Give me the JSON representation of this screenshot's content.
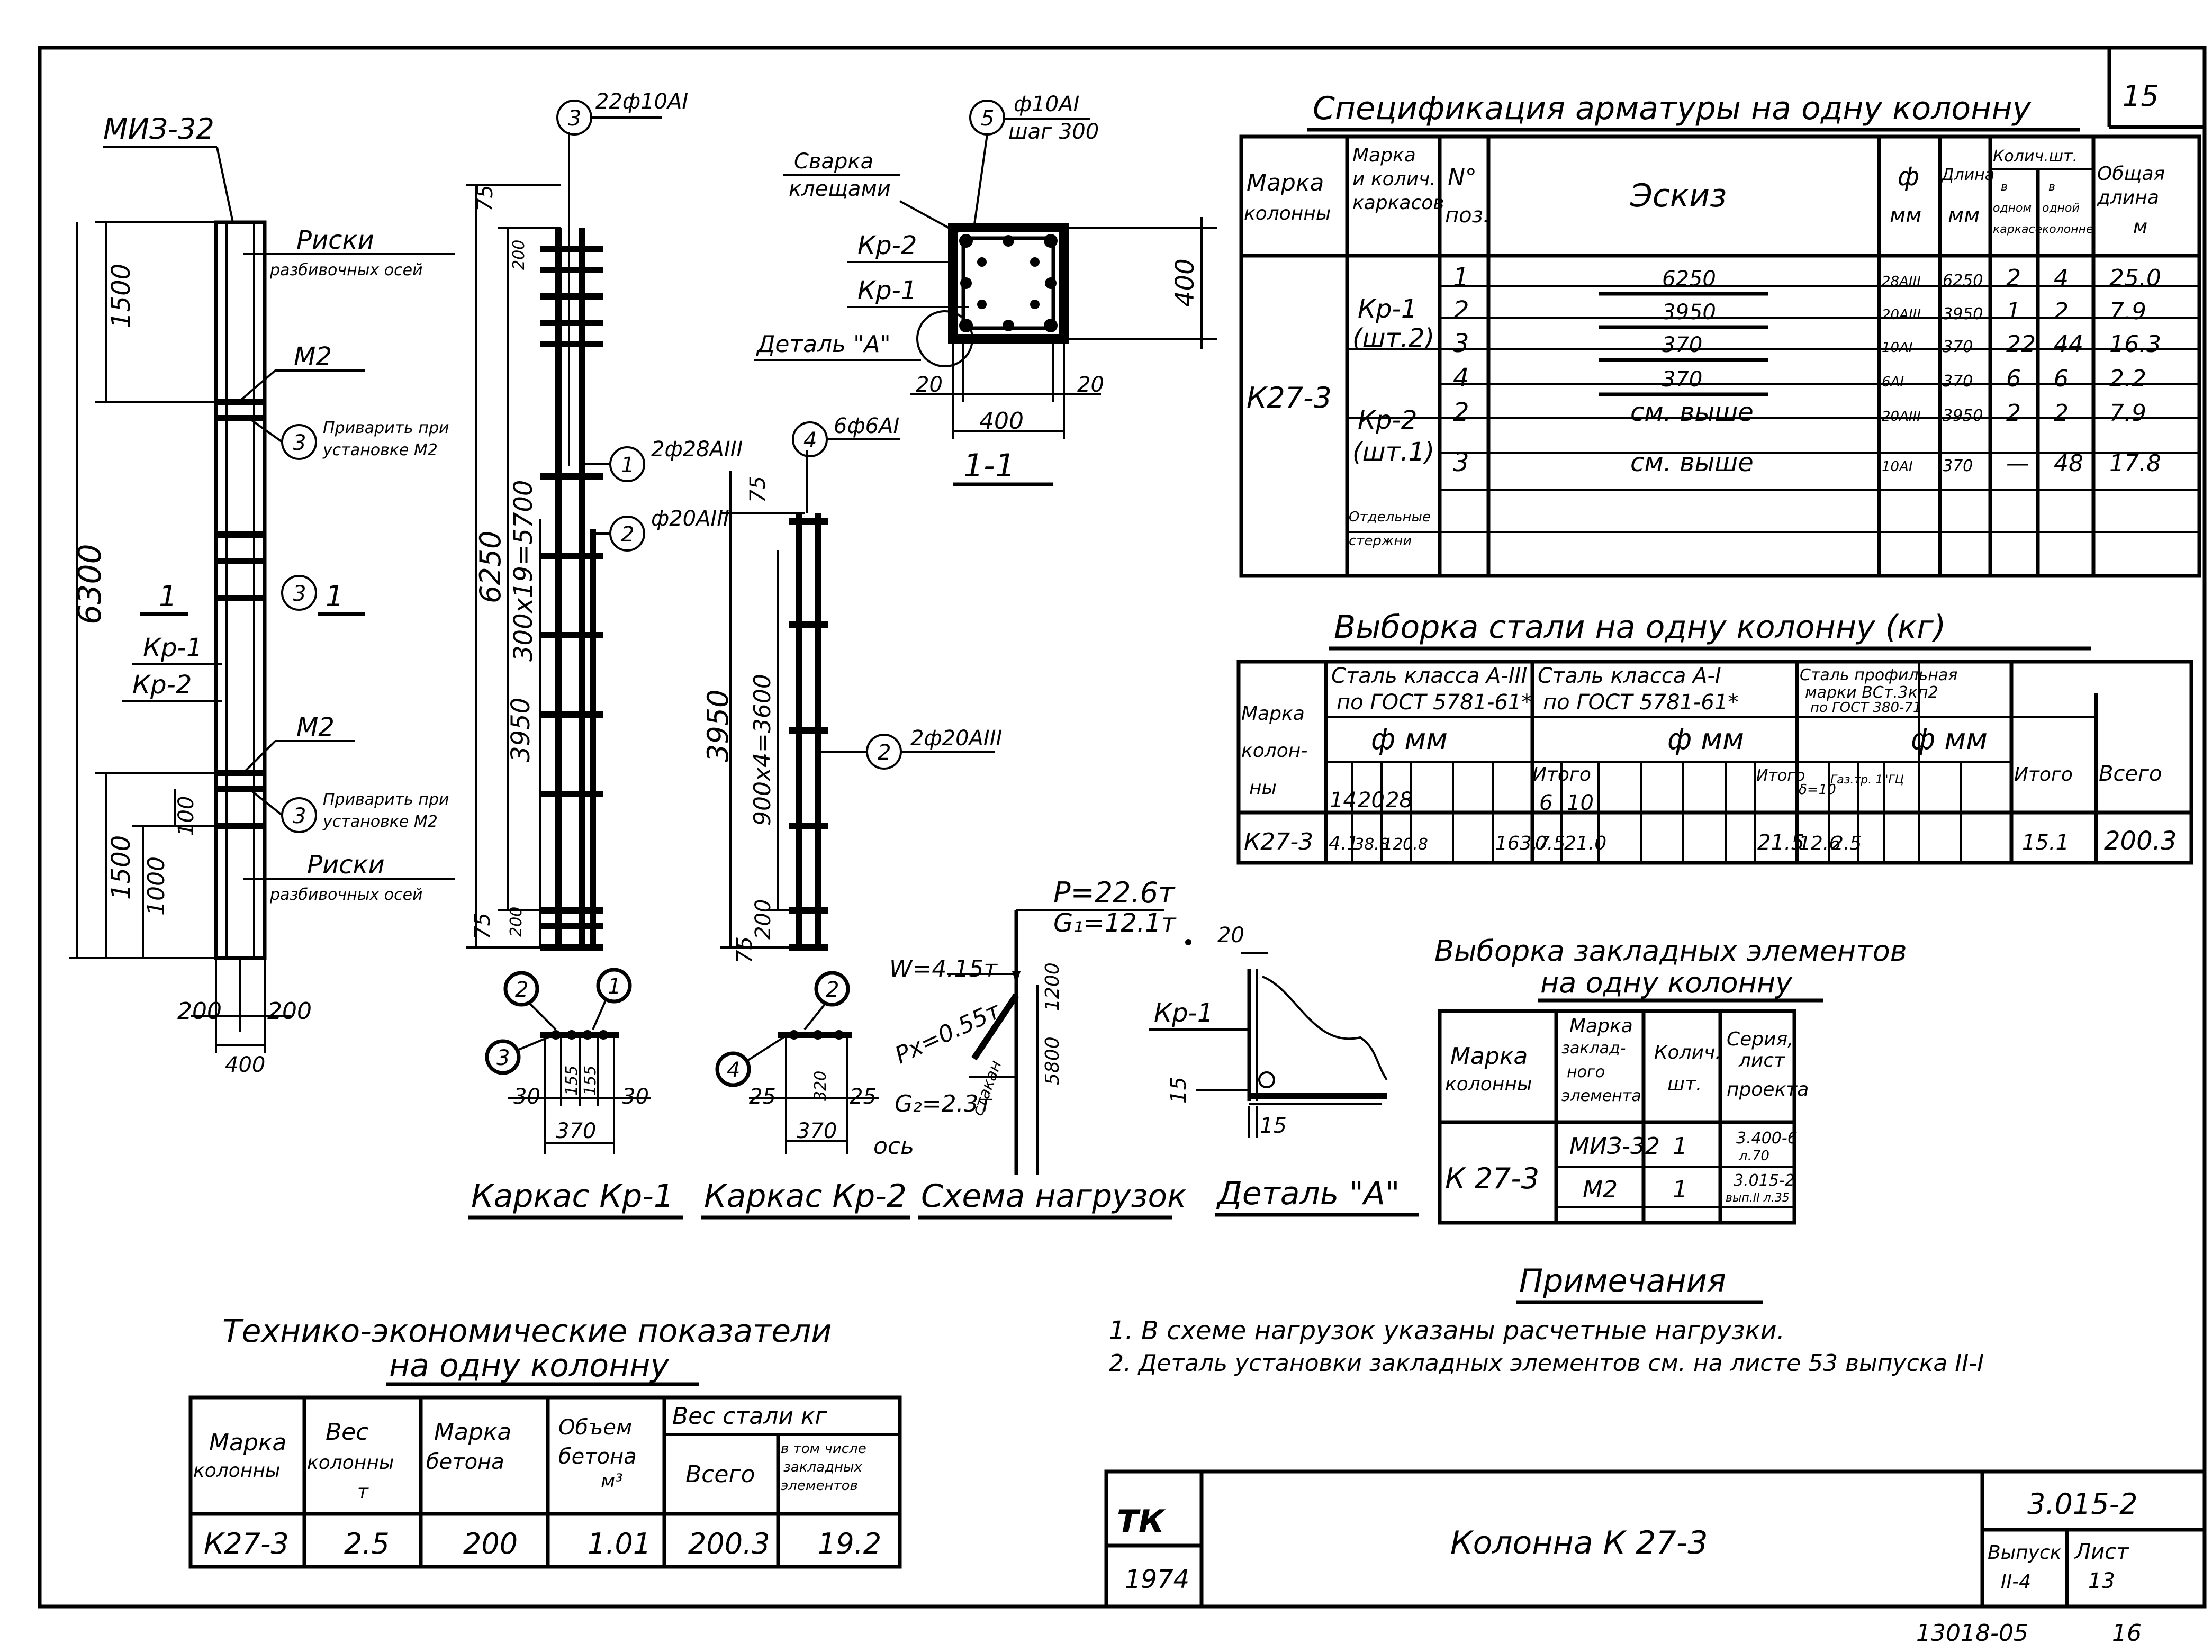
{
  "sheet": {
    "number": "15",
    "title": "Колонна К 27-3",
    "code": "3.015-2",
    "issue_label": "Выпуск",
    "issue_value": "II-4",
    "sheet_label": "Лист",
    "sheet_value": "13",
    "logo": "ТК",
    "year": "1974",
    "archive": "13018-05",
    "archive_page": "16"
  },
  "spec": {
    "title": "Спецификация арматуры на одну колонну",
    "headers": {
      "col_mark": [
        "Марка",
        "колонны"
      ],
      "frame_mark": [
        "Марка",
        "и колич.",
        "каркасов"
      ],
      "pos": [
        "N°",
        "поз."
      ],
      "sketch": "Эскиз",
      "diam": [
        "ф",
        "мм"
      ],
      "length": [
        "Длина",
        "мм"
      ],
      "qty": "Колич.шт.",
      "qty_frame": [
        "в",
        "одном",
        "каркасе"
      ],
      "qty_column": [
        "в",
        "одной",
        "колонне"
      ],
      "total": [
        "Общая",
        "длина",
        "м"
      ]
    },
    "column_mark": "К27-3",
    "groups": [
      {
        "frame": [
          "Кр-1",
          "(шт.2)"
        ]
      },
      {
        "frame": [
          "Кр-2",
          "(шт.1)"
        ]
      },
      {
        "frame": [
          "Отдельные",
          "стержни"
        ]
      }
    ],
    "rows": [
      {
        "pos": "1",
        "sketch": "6250",
        "diam": "28AIII",
        "length": "6250",
        "q_frame": "2",
        "q_col": "4",
        "total": "25.0"
      },
      {
        "pos": "2",
        "sketch": "3950",
        "diam": "20AIII",
        "length": "3950",
        "q_frame": "1",
        "q_col": "2",
        "total": "7.9"
      },
      {
        "pos": "3",
        "sketch": "370",
        "diam": "10AI",
        "length": "370",
        "q_frame": "22",
        "q_col": "44",
        "total": "16.3"
      },
      {
        "pos": "4",
        "sketch": "370",
        "diam": "6AI",
        "length": "370",
        "q_frame": "6",
        "q_col": "6",
        "total": "2.2"
      },
      {
        "pos": "2",
        "sketch": "см. выше",
        "diam": "20AIII",
        "length": "3950",
        "q_frame": "2",
        "q_col": "2",
        "total": "7.9"
      },
      {
        "pos": "3",
        "sketch": "см. выше",
        "diam": "10AI",
        "length": "370",
        "q_frame": "—",
        "q_col": "48",
        "total": "17.8"
      }
    ]
  },
  "steel": {
    "title": "Выборка стали на одну колонну (кг)",
    "col_mark": [
      "Марка",
      "колон-",
      "ны"
    ],
    "classes": [
      [
        "Сталь класса А-III",
        "по ГОСТ 5781-61*"
      ],
      [
        "Сталь класса А-I",
        "по ГОСТ 5781-61*"
      ],
      [
        "Сталь профильная",
        "марки ВСт.3кп2",
        "по ГОСТ 380-71"
      ]
    ],
    "diam_label": "ф мм",
    "d1": [
      "14",
      "20",
      "28"
    ],
    "d2": [
      "6",
      "10"
    ],
    "d3": [
      "δ=10",
      "Газ.тр. 1\"ГЦ"
    ],
    "itogo": "Итого",
    "vsego": "Всего",
    "row": {
      "mark": "К27-3",
      "v1": [
        "4.1",
        "38.8",
        "120.8"
      ],
      "i1": "163.7",
      "v2": [
        "0.5",
        "21.0"
      ],
      "i2": "21.5",
      "v3": [
        "12.6",
        "2.5"
      ],
      "i3": "15.1",
      "total": "200.3"
    }
  },
  "embedded": {
    "title1": "Выборка закладных элементов",
    "title2": "на одну колонну",
    "headers": [
      [
        "Марка",
        "колонны"
      ],
      [
        "Марка",
        "заклад-",
        "ного",
        "элемента"
      ],
      [
        "Колич.",
        "шт."
      ],
      [
        "Серия,",
        "лист",
        "проекта"
      ]
    ],
    "col_mark": "К 27-3",
    "rows": [
      {
        "mark": "МИЗ-32",
        "qty": "1",
        "ref": [
          "3.400-6",
          "л.70"
        ]
      },
      {
        "mark": "М2",
        "qty": "1",
        "ref": [
          "3.015-2",
          "вып.II л.35"
        ]
      }
    ]
  },
  "notes": {
    "title": "Примечания",
    "items": [
      "1. В схеме нагрузок указаны расчетные нагрузки.",
      "2. Деталь установки закладных элементов см. на листе 53 выпуска II-I"
    ]
  },
  "tep": {
    "title1": "Технико-экономические показатели",
    "title2": "на одну колонну",
    "headers": {
      "mark": [
        "Марка",
        "колонны"
      ],
      "weight": [
        "Вес",
        "колонны",
        "т"
      ],
      "concrete": [
        "Марка",
        "бетона"
      ],
      "volume": [
        "Объем",
        "бетона",
        "м³"
      ],
      "steel": "Вес стали кг",
      "total": "Всего",
      "embedded": [
        "в том числе",
        "закладных",
        "элементов"
      ]
    },
    "row": {
      "mark": "К27-3",
      "weight": "2.5",
      "concrete": "200",
      "volume": "1.01",
      "total": "200.3",
      "embedded": "19.2"
    }
  },
  "drawing": {
    "column": {
      "miz": "МИЗ-32",
      "riski": "Риски",
      "axes": "разбивочных осей",
      "m2_top": "М2",
      "m2_bot": "М2",
      "weld_top": [
        "Приварить при",
        "установке М2"
      ],
      "weld_bot": [
        "Приварить при",
        "установке М2"
      ],
      "callout3": "3",
      "section_mark": "1",
      "kr1": "Кр-1",
      "kr2": "Кр-2",
      "dims": {
        "d1500a": "1500",
        "d6300": "6300",
        "d1500b": "1500",
        "d1000": "1000",
        "d100": "100",
        "d200a": "200",
        "d200b": "200",
        "d400": "400"
      }
    },
    "kr1": {
      "callout3": "3",
      "label3": "22ф10AI",
      "callout1": "1",
      "label1": "2ф28AIII",
      "callout2": "2",
      "label2": "ф20AIII",
      "dims": {
        "d75a": "75",
        "d200a": "200",
        "d6250": "6250",
        "dspan": "300x19=5700",
        "d3950": "3950",
        "d200b": "200",
        "d75b": "75"
      },
      "sec": {
        "c1": "1",
        "c2": "2",
        "c3": "3",
        "d30a": "30",
        "d155a": "155",
        "d155b": "155",
        "d30b": "30",
        "d370": "370"
      },
      "caption": "Каркас Кр-1"
    },
    "kr2": {
      "callout4": "4",
      "label4": "6ф6AI",
      "callout2": "2",
      "label2": "2ф20AIII",
      "dims": {
        "d75a": "75",
        "d3950": "3950",
        "dspan": "900x4=3600",
        "d200": "200",
        "d75b": "75"
      },
      "sec": {
        "c2": "2",
        "c4": "4",
        "d25a": "25",
        "d320": "320",
        "d25b": "25",
        "d370": "370"
      },
      "caption": "Каркас Кр-2"
    },
    "section": {
      "callout5": "5",
      "label5a": "ф10AI",
      "label5b": "шаг 300",
      "weld": [
        "Сварка",
        "клещами"
      ],
      "kr2": "Кр-2",
      "kr1": "Кр-1",
      "detail": "Деталь \"А\"",
      "d400v": "400",
      "d20a": "20",
      "d20b": "20",
      "d400h": "400",
      "caption": "1-1"
    },
    "loads": {
      "p": "P=22.6т",
      "g1": "G₁=12.1т",
      "w": "W=4.15т",
      "px": "Px=0.55т",
      "g2": "G₂=2.3т",
      "d1200": "1200",
      "d5800": "5800",
      "glass": "стакан",
      "axis": "ось",
      "caption": "Схема нагрузок"
    },
    "detail": {
      "d20": "20",
      "kr1": "Кр-1",
      "d15a": "15",
      "d15b": "15",
      "caption": "Деталь \"А\""
    }
  }
}
